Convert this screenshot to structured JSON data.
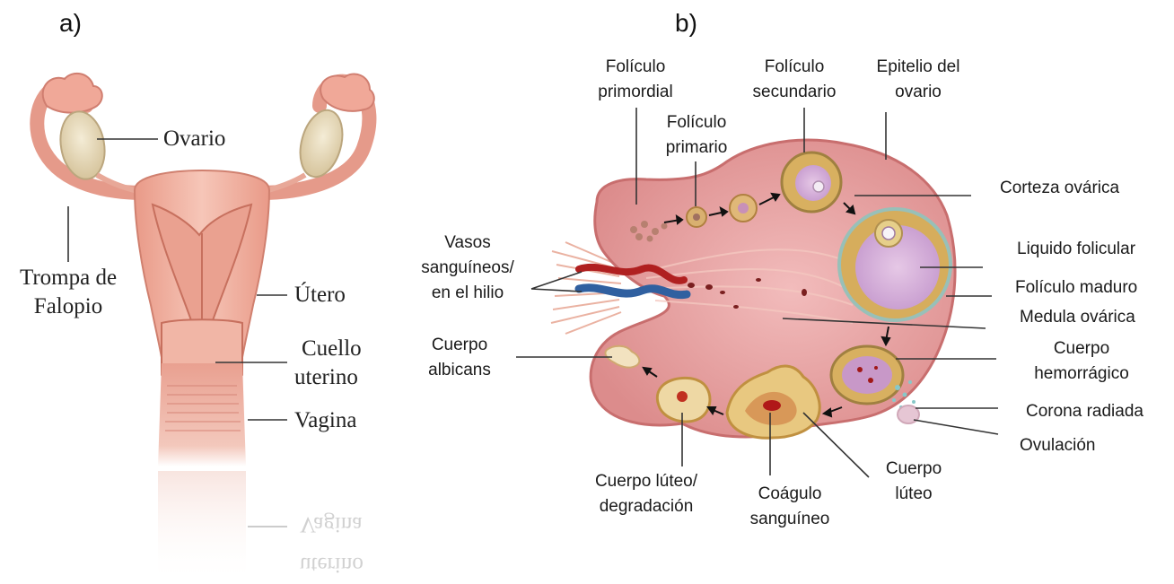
{
  "panels": {
    "a": {
      "letter": "a)",
      "labels": {
        "ovario": "Ovario",
        "trompa_1": "Trompa de",
        "trompa_2": "Falopio",
        "utero": "Útero",
        "cuello_1": "Cuello",
        "cuello_2": "uterino",
        "vagina": "Vagina"
      },
      "reflection": {
        "vagina": "Vagina",
        "uterino": "uterino"
      }
    },
    "b": {
      "letter": "b)",
      "labels": {
        "foliculo_primordial_1": "Folículo",
        "foliculo_primordial_2": "primordial",
        "foliculo_primario_1": "Folículo",
        "foliculo_primario_2": "primario",
        "foliculo_secundario_1": "Folículo",
        "foliculo_secundario_2": "secundario",
        "epitelio_1": "Epitelio del",
        "epitelio_2": "ovario",
        "corteza": "Corteza ovárica",
        "liquido": "Liquido folicular",
        "foliculo_maduro": "Folículo maduro",
        "medula": "Medula ovárica",
        "hemorragico_1": "Cuerpo",
        "hemorragico_2": "hemorrágico",
        "corona": "Corona radiada",
        "ovulacion": "Ovulación",
        "vasos_1": "Vasos",
        "vasos_2": "sanguíneos/",
        "vasos_3": "en el hilio",
        "albicans_1": "Cuerpo",
        "albicans_2": "albicans",
        "luteo_deg_1": "Cuerpo lúteo/",
        "luteo_deg_2": "degradación",
        "coagulo_1": "Coágulo",
        "coagulo_2": "sanguíneo",
        "luteo_1": "Cuerpo",
        "luteo_2": "lúteo"
      }
    }
  },
  "colors": {
    "uterus_fill": "#f0b4a4",
    "uterus_dark": "#d98878",
    "ovary_fill": "#e8dcc0",
    "ovary_tissue": "#e8a0a0",
    "follicle_fluid": "#d8b0d8",
    "follicle_ring": "#c8a040",
    "vessel_red": "#b02020",
    "vessel_blue": "#3060a0"
  }
}
